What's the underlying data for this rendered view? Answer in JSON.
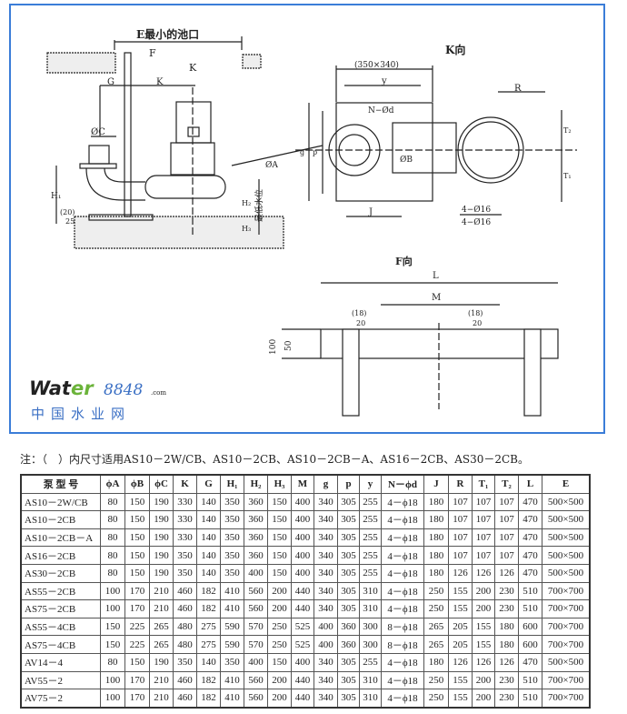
{
  "drawing": {
    "main_labels": {
      "E": "E最小的池口",
      "F": "F",
      "K_arrow": "K",
      "G": "G",
      "K": "K",
      "C": "ØC",
      "A": "ØA",
      "H1": "H₁",
      "H2": "H₂",
      "H3": "H₃",
      "paren20": "(20)",
      "d25": "25",
      "low_water": "最低水位"
    },
    "k_view": {
      "title": "K向",
      "outer": "(350×340)",
      "y": "y",
      "R": "R",
      "Nd": "N−Ød",
      "B": "ØB",
      "g": "g",
      "p": "p",
      "J": "J",
      "T1": "T₁",
      "T2": "T₂",
      "holes1": "4−Ø16",
      "holes2": "4−Ø16"
    },
    "f_view": {
      "title": "F向",
      "L": "L",
      "M": "M",
      "d18a": "(18)",
      "d20a": "20",
      "d18b": "(18)",
      "d20b": "20",
      "h100": "100",
      "h50": "50"
    }
  },
  "note": "注：（　）内尺寸适用AS10－2W/CB、AS10－2CB、AS10－2CB－A、AS16－2CB、AS30－2CB。",
  "table": {
    "headers": [
      "泵 型 号",
      "ϕA",
      "ϕB",
      "ϕC",
      "K",
      "G",
      "H₁",
      "H₂",
      "H₃",
      "M",
      "g",
      "p",
      "y",
      "N－ϕd",
      "J",
      "R",
      "T₁",
      "T₂",
      "L",
      "E"
    ],
    "rows": [
      [
        "AS10－2W/CB",
        "80",
        "150",
        "190",
        "330",
        "140",
        "350",
        "360",
        "150",
        "400",
        "340",
        "305",
        "255",
        "4－ϕ18",
        "180",
        "107",
        "107",
        "107",
        "470",
        "500×500"
      ],
      [
        "AS10－2CB",
        "80",
        "150",
        "190",
        "330",
        "140",
        "350",
        "360",
        "150",
        "400",
        "340",
        "305",
        "255",
        "4－ϕ18",
        "180",
        "107",
        "107",
        "107",
        "470",
        "500×500"
      ],
      [
        "AS10－2CB－A",
        "80",
        "150",
        "190",
        "330",
        "140",
        "350",
        "360",
        "150",
        "400",
        "340",
        "305",
        "255",
        "4－ϕ18",
        "180",
        "107",
        "107",
        "107",
        "470",
        "500×500"
      ],
      [
        "AS16－2CB",
        "80",
        "150",
        "190",
        "350",
        "140",
        "350",
        "360",
        "150",
        "400",
        "340",
        "305",
        "255",
        "4－ϕ18",
        "180",
        "107",
        "107",
        "107",
        "470",
        "500×500"
      ],
      [
        "AS30－2CB",
        "80",
        "150",
        "190",
        "350",
        "140",
        "350",
        "400",
        "150",
        "400",
        "340",
        "305",
        "255",
        "4－ϕ18",
        "180",
        "126",
        "126",
        "126",
        "470",
        "500×500"
      ],
      [
        "AS55－2CB",
        "100",
        "170",
        "210",
        "460",
        "182",
        "410",
        "560",
        "200",
        "440",
        "340",
        "305",
        "310",
        "4－ϕ18",
        "250",
        "155",
        "200",
        "230",
        "510",
        "700×700"
      ],
      [
        "AS75－2CB",
        "100",
        "170",
        "210",
        "460",
        "182",
        "410",
        "560",
        "200",
        "440",
        "340",
        "305",
        "310",
        "4－ϕ18",
        "250",
        "155",
        "200",
        "230",
        "510",
        "700×700"
      ],
      [
        "AS55－4CB",
        "150",
        "225",
        "265",
        "480",
        "275",
        "590",
        "570",
        "250",
        "525",
        "400",
        "360",
        "300",
        "8－ϕ18",
        "265",
        "205",
        "155",
        "180",
        "600",
        "700×700"
      ],
      [
        "AS75－4CB",
        "150",
        "225",
        "265",
        "480",
        "275",
        "590",
        "570",
        "250",
        "525",
        "400",
        "360",
        "300",
        "8－ϕ18",
        "265",
        "205",
        "155",
        "180",
        "600",
        "700×700"
      ],
      [
        "AV14－4",
        "80",
        "150",
        "190",
        "350",
        "140",
        "350",
        "400",
        "150",
        "400",
        "340",
        "305",
        "255",
        "4－ϕ18",
        "180",
        "126",
        "126",
        "126",
        "470",
        "500×500"
      ],
      [
        "AV55－2",
        "100",
        "170",
        "210",
        "460",
        "182",
        "410",
        "560",
        "200",
        "440",
        "340",
        "305",
        "310",
        "4－ϕ18",
        "250",
        "155",
        "200",
        "230",
        "510",
        "700×700"
      ],
      [
        "AV75－2",
        "100",
        "170",
        "210",
        "460",
        "182",
        "410",
        "560",
        "200",
        "440",
        "340",
        "305",
        "310",
        "4－ϕ18",
        "250",
        "155",
        "200",
        "230",
        "510",
        "700×700"
      ]
    ]
  },
  "watermark": {
    "brand": "Water",
    "num": "8848",
    "com": ".com",
    "cn": "中国水业网"
  },
  "colors": {
    "frame": "#3b7dd8",
    "wm_red": "#e02020",
    "wm_green": "#6bb33a",
    "wm_blue": "#3a6fc4"
  }
}
